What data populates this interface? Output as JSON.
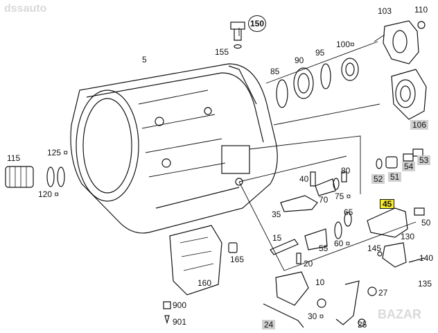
{
  "watermarks": {
    "top_left": "dssauto",
    "bottom_right": "BAZAR"
  },
  "colors": {
    "line": "#111111",
    "highlight": "#f7ea2a",
    "shaded_box": "#cfcfcf"
  },
  "callouts": {
    "c5": "5",
    "c150": "150",
    "c155": "155",
    "c85": "85",
    "c90": "90",
    "c95": "95",
    "c100": "100¤",
    "c103": "103",
    "c110": "110",
    "c106": "106",
    "c115": "115",
    "c125": "125 ¤",
    "c120": "120 ¤",
    "c53": "53",
    "c54": "54",
    "c51": "51",
    "c52": "52",
    "c80": "80",
    "c40": "40",
    "c70": "70",
    "c75": "75 ¤",
    "c35": "35",
    "c45": "45",
    "c50": "50",
    "c65": "65",
    "c130": "130",
    "c15": "15",
    "c55": "55",
    "c60": "60 ¤",
    "c145": "145",
    "c140": "140",
    "c165": "165",
    "c20": "20",
    "c135": "135",
    "c160": "160",
    "c10": "10",
    "c27": "27",
    "c900": "900",
    "c901": "901",
    "c25": "25",
    "c30": "30 ¤",
    "c24": "24"
  }
}
